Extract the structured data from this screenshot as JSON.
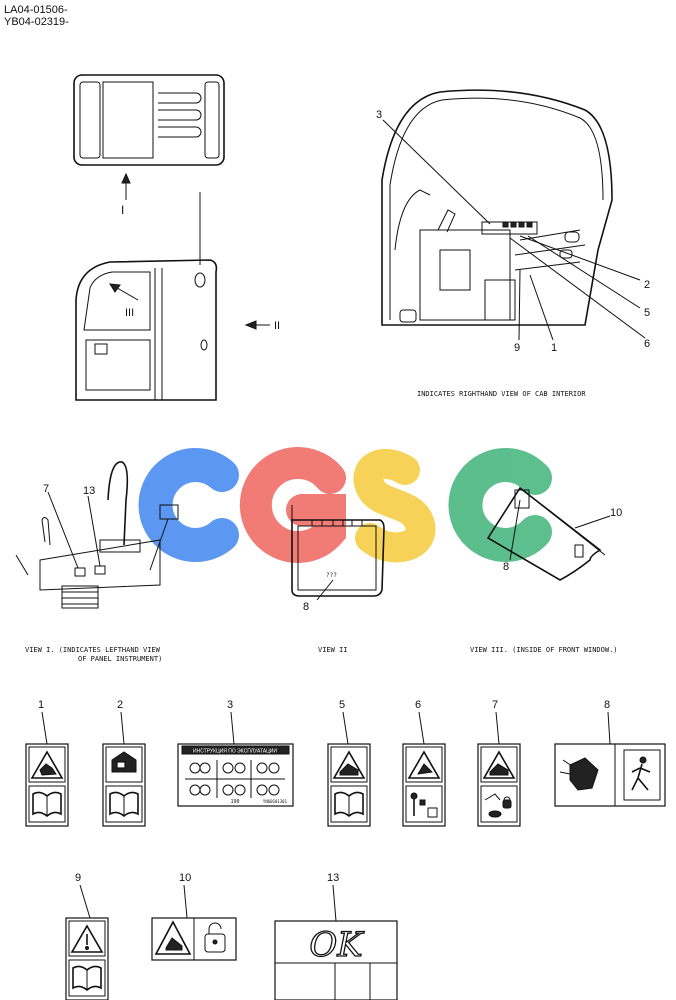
{
  "header": {
    "line1": "LA04-01506-",
    "line2": "YB04-02319-"
  },
  "views": {
    "arrow_I": "I",
    "arrow_II": "II",
    "arrow_III": "III",
    "caption_righthand": "INDICATES RIGHTHAND VIEW OF CAB INTERIOR",
    "caption_view1_a": "VIEW I. (INDICATES LEFTHAND VIEW",
    "caption_view1_b": "OF PANEL INSTRUMENT)",
    "caption_view2": "VIEW II",
    "caption_view3": "VIEW III. (INSIDE OF FRONT WINDOW.)",
    "decal_text": "???"
  },
  "callouts": {
    "c3": "3",
    "c2": "2",
    "c5": "5",
    "c6": "6",
    "c9": "9",
    "c1": "1",
    "c7": "7",
    "c13": "13",
    "c8a": "8",
    "c10": "10",
    "c8b": "8"
  },
  "watermark": {
    "letters": [
      "C",
      "G",
      "S",
      "C"
    ],
    "colors": [
      "#4f8ff0",
      "#f0706a",
      "#f7cf4a",
      "#4fb884"
    ]
  },
  "decals": [
    {
      "id": "1",
      "label": "1"
    },
    {
      "id": "2",
      "label": "2"
    },
    {
      "id": "3",
      "label": "3",
      "caption": "ИНСТРУКЦИЯ ПО ЭКСПЛУАТАЦИИ",
      "footer": "190",
      "code": "YN60S01301"
    },
    {
      "id": "5",
      "label": "5"
    },
    {
      "id": "6",
      "label": "6"
    },
    {
      "id": "7",
      "label": "7"
    },
    {
      "id": "8",
      "label": "8"
    },
    {
      "id": "9",
      "label": "9"
    },
    {
      "id": "10",
      "label": "10"
    },
    {
      "id": "13",
      "label": "13",
      "text": "OK"
    }
  ]
}
